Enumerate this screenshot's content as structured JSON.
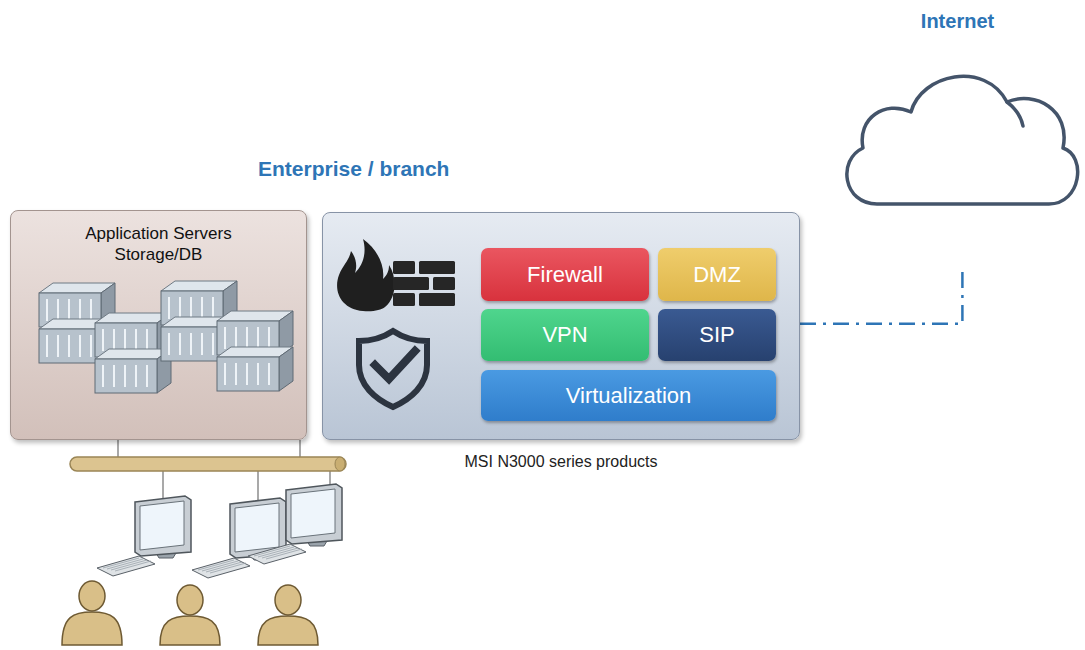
{
  "diagram": {
    "nodes": [
      {
        "text": [
          "Application Servers Storage/DB"
        ]
      },
      {
        "text": [
          "MSI N3000 series products"
        ]
      },
      {
        "text": [
          "Firewall"
        ],
        "in": 1
      },
      {
        "text": [
          "DMZ"
        ],
        "in": 1
      },
      {
        "text": [
          "VPN"
        ],
        "in": 1
      },
      {
        "text": [
          "SIP"
        ],
        "in": 1
      },
      {
        "text": [
          "Virtualization"
        ],
        "in": 1
      },
      {
        "text": [
          "Internet"
        ]
      }
    ],
    "edges": [
      {
        "from": 1,
        "to": 7,
        "arrow": "none"
      }
    ],
    "labels": [
      "Enterprise / branch"
    ]
  }
}
